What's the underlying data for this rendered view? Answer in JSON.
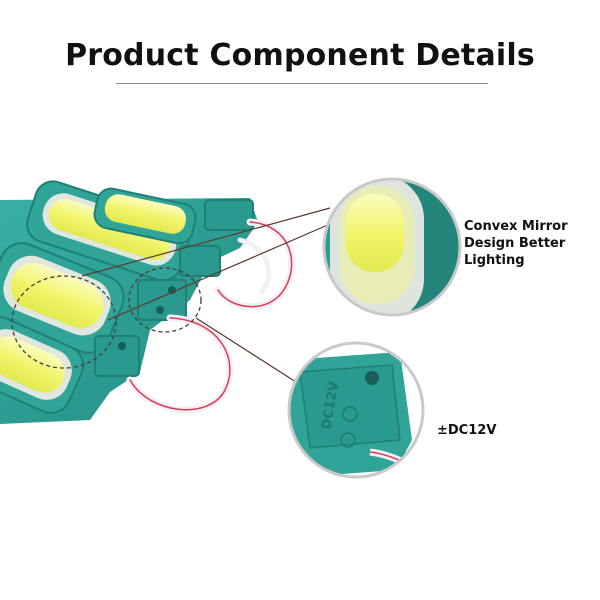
{
  "header": {
    "title": "Product Component Details"
  },
  "callouts": {
    "convex_mirror": {
      "line1": "Convex Mirror",
      "line2": "Design Better",
      "line3": "Lighting"
    },
    "voltage": {
      "label": "±DC12V"
    }
  },
  "colors": {
    "module_teal": "#2b9e92",
    "module_dark": "#1f7f75",
    "led_yellow": "#f4f77a",
    "wire_white": "#f3f0f2",
    "wire_red": "#d9395b",
    "callout_line": "#5a3a2e"
  }
}
